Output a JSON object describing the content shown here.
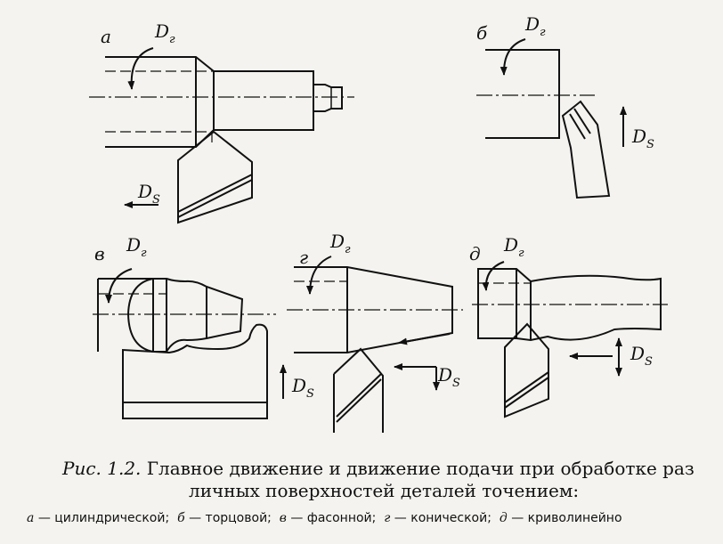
{
  "labels": {
    "a": "а",
    "b": "б",
    "v": "в",
    "g": "г",
    "d": "д",
    "main_motion": "D",
    "main_motion_sub": "г",
    "feed_motion": "D",
    "feed_motion_sub": "S"
  },
  "caption": {
    "prefix": "Рис. 1.2.",
    "line1": "Главное движение и движение подачи при обработке раз",
    "line2": "личных поверхностей деталей точением:",
    "items": [
      {
        "letter": "а",
        "text": "— цилиндрической;"
      },
      {
        "letter": "б",
        "text": "— торцовой;"
      },
      {
        "letter": "в",
        "text": "— фасонной;"
      },
      {
        "letter": "г",
        "text": "— конической;"
      },
      {
        "letter": "д",
        "text": "— криволинейно"
      }
    ]
  }
}
